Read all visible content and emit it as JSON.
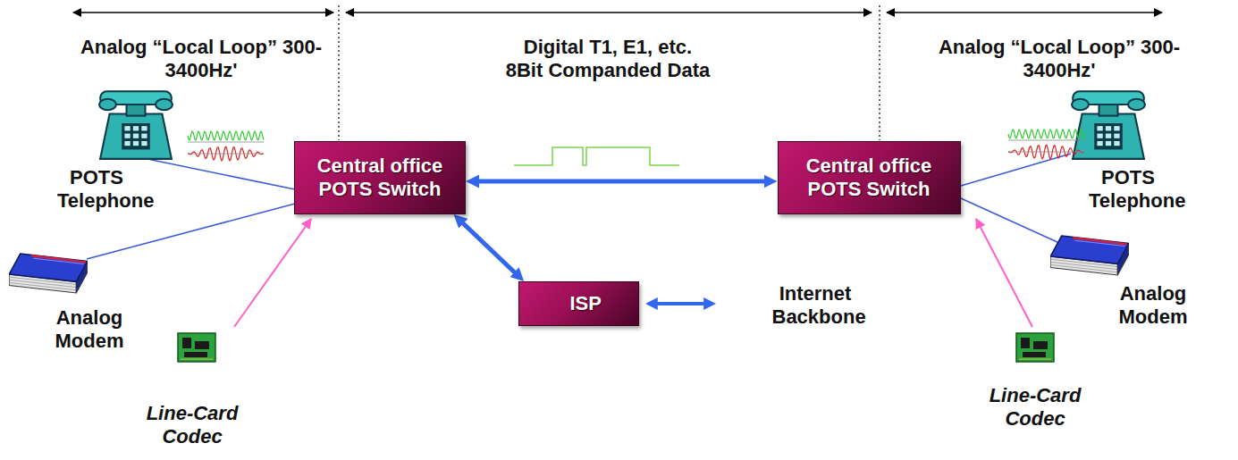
{
  "diagram": {
    "nodes": [
      {
        "text": [
          "Central office POTS Switch"
        ]
      },
      {
        "text": [
          "Central office POTS Switch"
        ]
      },
      {
        "text": [
          "ISP"
        ]
      }
    ],
    "edges": [
      {
        "from": 0,
        "to": 1,
        "arrow": "both"
      },
      {
        "from": 0,
        "to": 2,
        "arrow": "both"
      }
    ],
    "labels": [
      "Analog “Local Loop” 300-3400Hz'",
      "Digital T1, E1, etc. 8Bit Companded Data",
      "Analog “Local Loop” 300-3400Hz'",
      "POTS Telephone",
      "POTS Telephone",
      "Internet Backbone",
      "Analog Modem",
      "Analog Modem",
      "Line-Card Codec",
      "Line-Card Codec"
    ]
  }
}
